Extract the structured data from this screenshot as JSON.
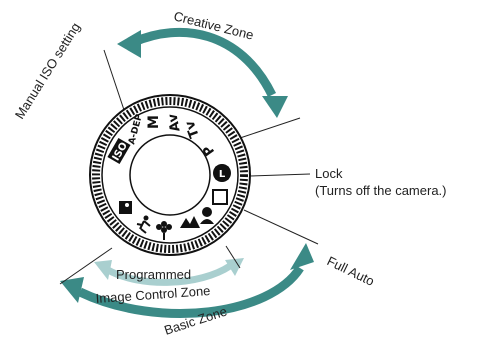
{
  "labels": {
    "creative_zone": "Creative Zone",
    "manual_iso": "Manual ISO setting",
    "lock_title": "Lock",
    "lock_sub": "(Turns off the camera.)",
    "full_auto": "Full Auto",
    "programmed_line1": "Programmed",
    "programmed_line2": "Image Control Zone",
    "basic_zone": "Basic Zone"
  },
  "dial": {
    "marks": {
      "iso": "ISO",
      "adep": "A-DEP",
      "m": "M",
      "av": "Av",
      "tv": "Tv",
      "p": "P",
      "lock": "L"
    }
  },
  "colors": {
    "creative_arrow": "#3b8a86",
    "basic_arrow": "#3b8a86",
    "programmed_arrow": "#a9cfcf",
    "ink": "#111111"
  }
}
